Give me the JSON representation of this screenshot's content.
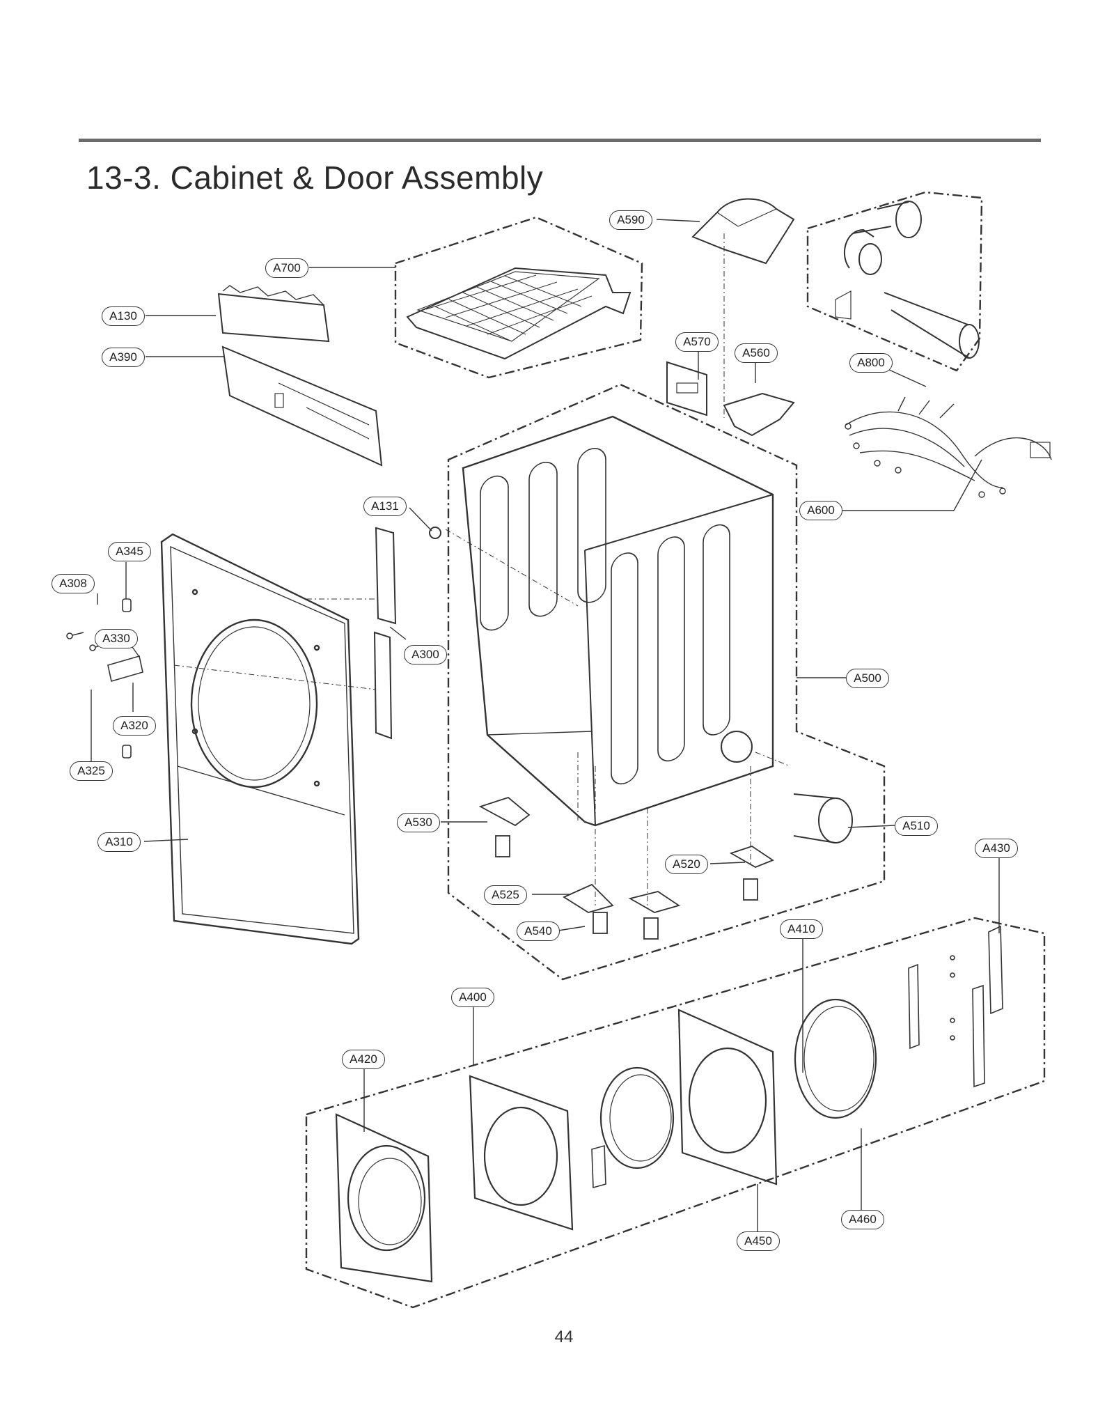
{
  "page": {
    "title": "13-3. Cabinet & Door Assembly",
    "page_number": "44"
  },
  "callouts": {
    "a590": "A590",
    "a700": "A700",
    "a130": "A130",
    "a390": "A390",
    "a570": "A570",
    "a560": "A560",
    "a800": "A800",
    "a131": "A131",
    "a600": "A600",
    "a345": "A345",
    "a308": "A308",
    "a330": "A330",
    "a300": "A300",
    "a500": "A500",
    "a320": "A320",
    "a325": "A325",
    "a530": "A530",
    "a510": "A510",
    "a310": "A310",
    "a430": "A430",
    "a520": "A520",
    "a525": "A525",
    "a540": "A540",
    "a410": "A410",
    "a400": "A400",
    "a420": "A420",
    "a460": "A460",
    "a450": "A450"
  }
}
